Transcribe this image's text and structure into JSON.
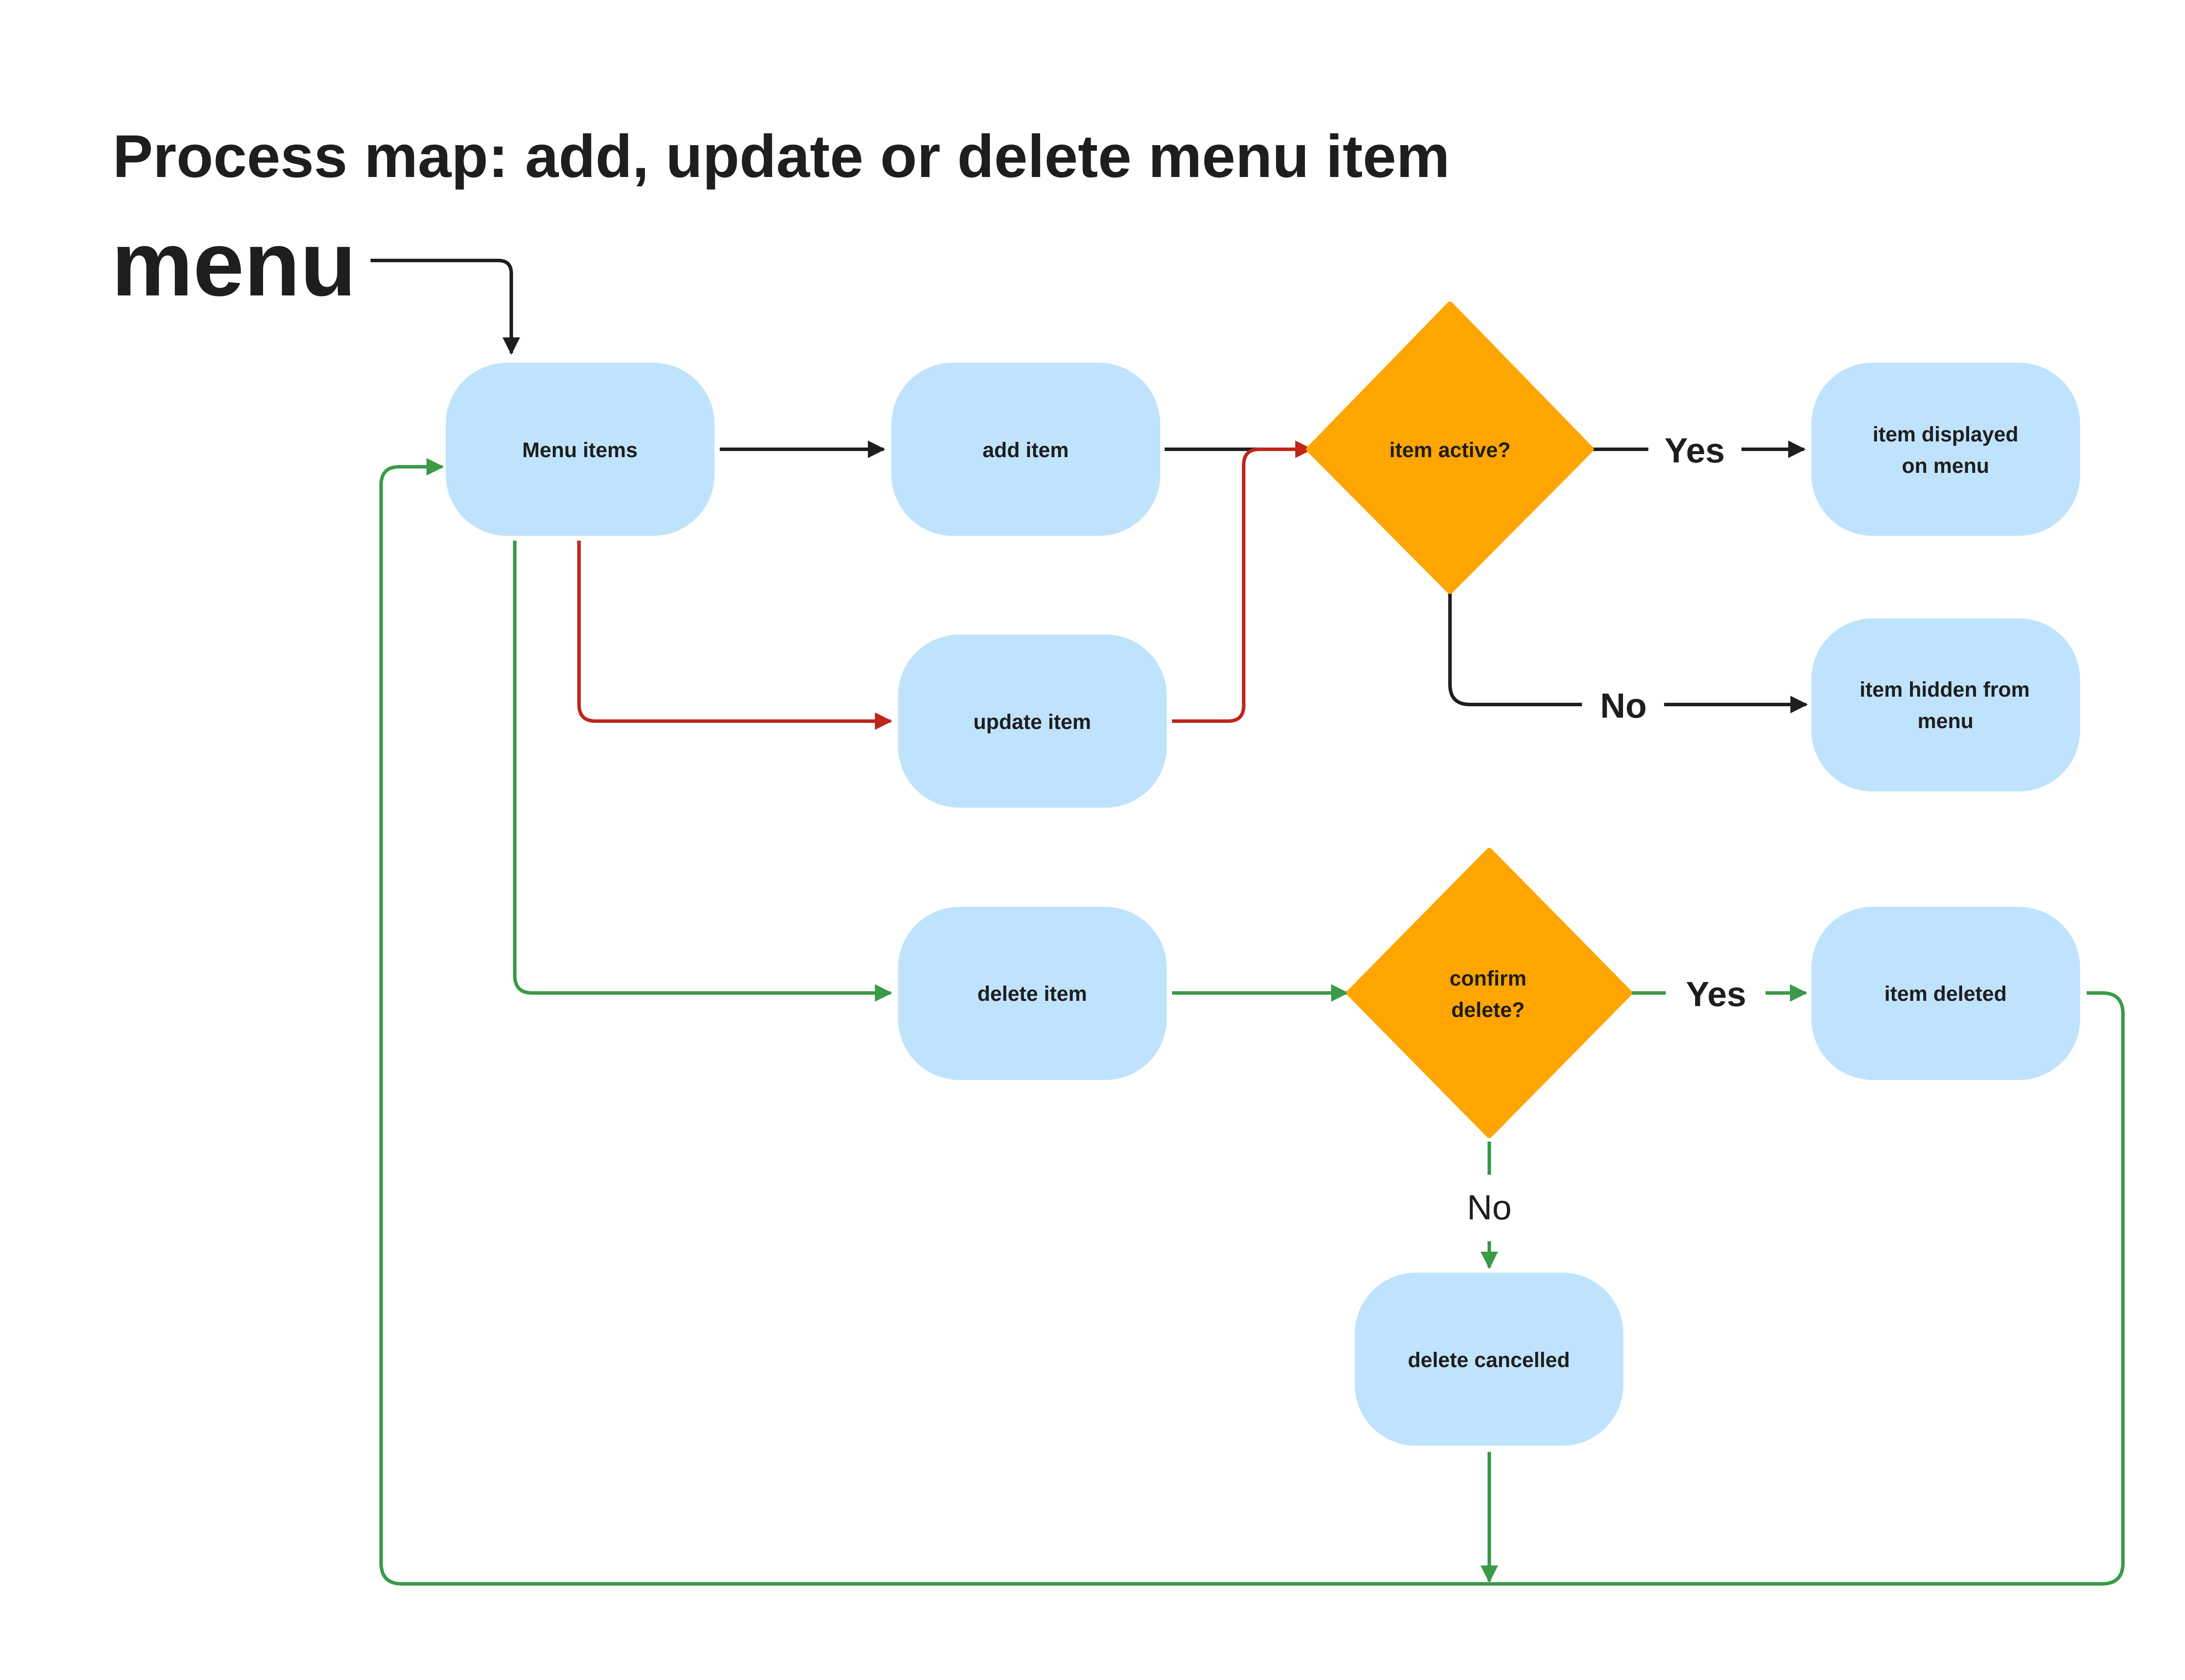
{
  "title": "Process map: add, update or delete menu item",
  "subtitle": "menu",
  "colors": {
    "node_fill": "#bfe3fc",
    "decision_fill": "#ffa500",
    "text": "#1e1e1e",
    "edge_black": "#1e1e1e",
    "edge_red": "#c0261a",
    "edge_green": "#3a9a47",
    "background": "#ffffff"
  },
  "nodes": {
    "menu_items": {
      "lines": [
        "Menu items"
      ]
    },
    "add_item": {
      "lines": [
        "add item"
      ]
    },
    "update_item": {
      "lines": [
        "update item"
      ]
    },
    "delete_item": {
      "lines": [
        "delete item"
      ]
    },
    "item_active": {
      "lines": [
        "item active?"
      ]
    },
    "confirm_delete": {
      "lines": [
        "confirm",
        "delete?"
      ]
    },
    "item_displayed": {
      "lines": [
        "item displayed",
        "on menu"
      ]
    },
    "item_hidden": {
      "lines": [
        "item hidden from",
        "menu"
      ]
    },
    "item_deleted": {
      "lines": [
        "item deleted"
      ]
    },
    "delete_cancelled": {
      "lines": [
        "delete cancelled"
      ]
    }
  },
  "edge_labels": {
    "active_yes": "Yes",
    "active_no": "No",
    "confirm_yes": "Yes",
    "confirm_no": "No"
  }
}
